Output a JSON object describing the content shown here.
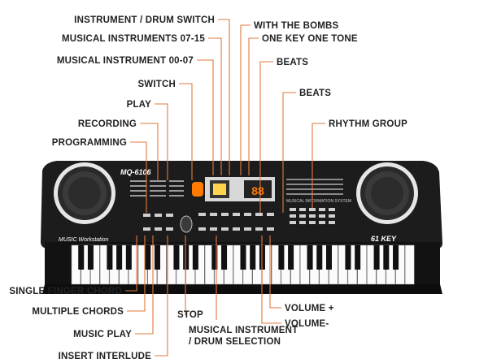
{
  "keyboard": {
    "model": "MQ-6106",
    "brand": "MUSIC Workstation",
    "key_count_badge": "61 KEY",
    "display_digits": "88",
    "panel_heading": "MUSICAL INFORMATION SYSTEM"
  },
  "callouts": {
    "instrument_drum_switch": "INSTRUMENT / DRUM SWITCH",
    "musical_instruments_07_15": "MUSICAL INSTRUMENTS 07-15",
    "musical_instrument_00_07": "MUSICAL INSTRUMENT 00-07",
    "switch": "SWITCH",
    "play": "PLAY",
    "recording": "RECORDING",
    "programming": "PROGRAMMING",
    "with_the_bombs": "WITH THE BOMBS",
    "one_key_one_tone": "ONE KEY ONE TONE",
    "beats_1": "BEATS",
    "beats_2": "BEATS",
    "rhythm_group": "RHYTHM GROUP",
    "single_finger_chord": "SINGLE FINGER CHORD",
    "multiple_chords": "MULTIPLE CHORDS",
    "music_play": "MUSIC PLAY",
    "insert_interlude": "INSERT INTERLUDE",
    "stop": "STOP",
    "instrument_drum_selection_1": "MUSICAL INSTRUMENT",
    "instrument_drum_selection_2": "/ DRUM SELECTION",
    "volume_up": "VOLUME +",
    "volume_down": "VOLUME-"
  },
  "colors": {
    "leader_line": "#e07a3c",
    "body": "#1b1b1b",
    "speaker_ring": "#e8e8e8",
    "display_orange": "#ff7a00"
  }
}
